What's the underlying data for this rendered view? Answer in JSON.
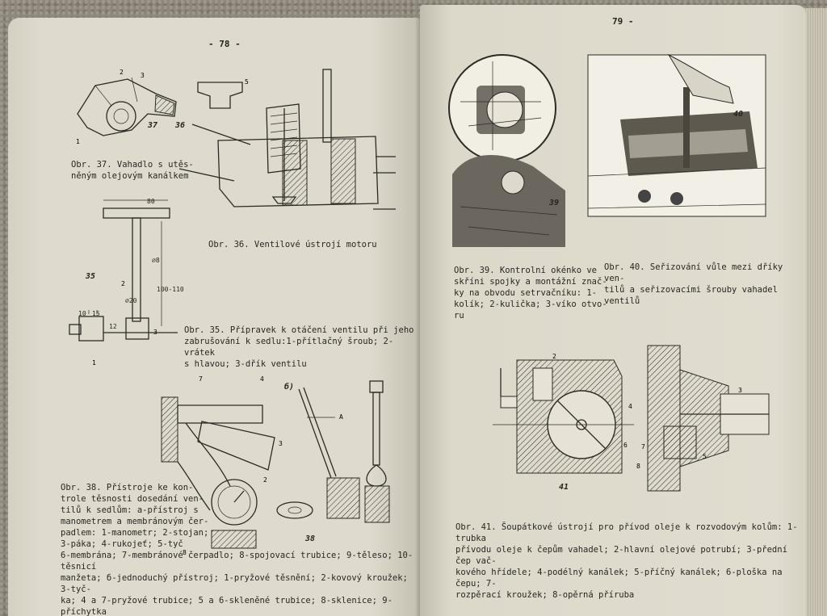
{
  "left_page": {
    "page_number": "- 78 -",
    "caption_37": "Obr. 37. Vahadlo s utěs-\nněným olejovým kanálkem",
    "caption_36": "Obr. 36. Ventilové ústrojí motoru",
    "caption_35": "Obr. 35. Přípravek k otáčení ventilu při jeho\nzabrušování k sedlu:1-přítlačný šroub; 2-vrátek\ns hlavou; 3-dřík ventilu",
    "caption_38a": "Obr. 38. Přístroje ke kon-\ntrole těsnosti dosedání ven-\ntilů k sedlům: a-přístroj s\nmanometrem a membránovým čer-\npadlem: 1-manometr; 2-stojan;\n3-páka; 4-rukojeť; 5-tyč",
    "caption_38b": "6-membrána; 7-membránové čerpadlo; 8-spojovací trubice; 9-těleso; 10-těsnicí\nmanžeta; б-jednoduchý přístroj; 1-pryžové těsnění; 2-kovový kroužek; 3-tyč-\nka; 4 a 7-pryžové trubice; 5 a 6-skleněné trubice; 8-sklenice; 9-příchytka",
    "fig_labels": {
      "f37": "37",
      "f36": "36",
      "f35": "35",
      "f38": "38",
      "f38b": "б)"
    },
    "dims": {
      "d80": "80",
      "d8": "⌀8",
      "d20": "⌀20",
      "d110": "100-110",
      "d10": "10",
      "d15": "15",
      "d12": "12"
    }
  },
  "right_page": {
    "page_number": "79 -",
    "caption_39": "Obr. 39. Kontrolní okénko ve\nskříni spojky a montážní znač-\nky na obvodu setrvačníku: 1-\nkolík; 2-kulička; 3-víko otvo-\nru",
    "caption_40": "Obr. 40. Seřizování vůle mezi dříky ven-\ntilů a seřizovacími šrouby vahadel\nventilů",
    "caption_41": "Obr. 41. Šoupátkové ústrojí pro přívod oleje k rozvodovým kolům: 1-trubka\npřívodu oleje k čepům vahadel; 2-hlavní olejové potrubí; 3-přední čep vač-\nkového hřídele; 4-podélný kanálek; 5-příčný kanálek; 6-ploška na čepu; 7-\nrozpěrací kroužek; 8-opěrná příruba",
    "fig_labels": {
      "f39": "39",
      "f40": "40",
      "f41": "41"
    }
  }
}
